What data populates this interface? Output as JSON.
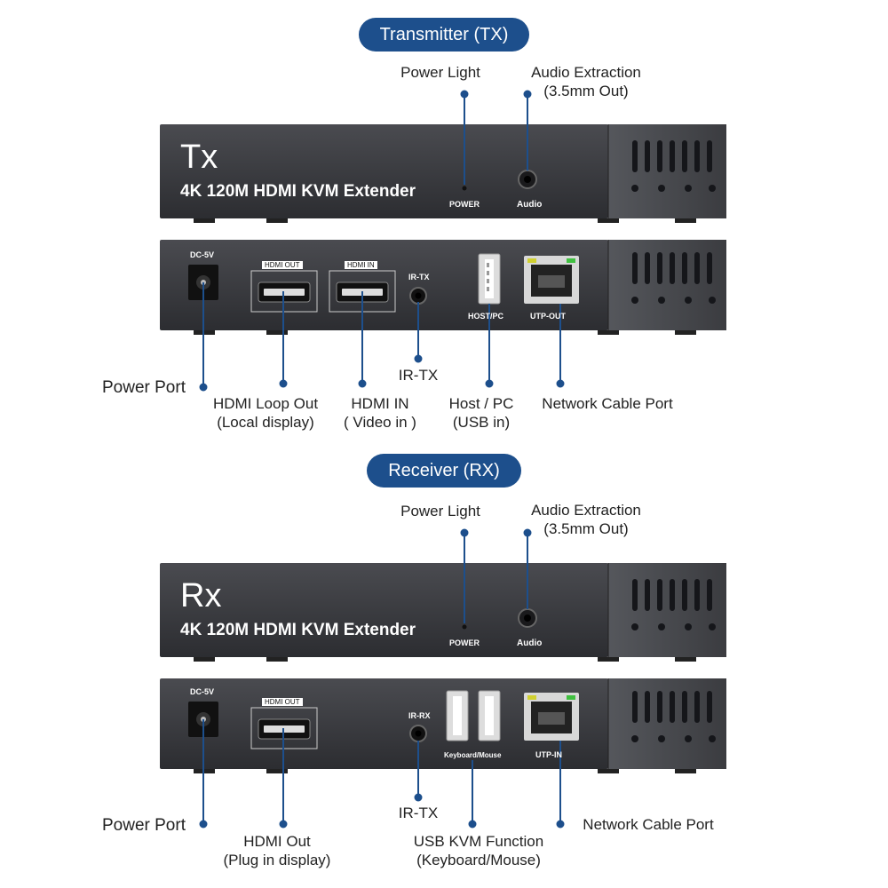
{
  "tx": {
    "title": "Transmitter (TX)",
    "front": {
      "model": "Tx",
      "name": "4K 120M HDMI KVM Extender",
      "power_mark": "POWER",
      "audio_mark": "Audio"
    },
    "rear": {
      "dc": "DC-5V",
      "hdmi_out": "HDMI OUT",
      "hdmi_in": "HDMI IN",
      "ir": "IR-TX",
      "usb": "HOST/PC",
      "utp": "UTP-OUT"
    },
    "callouts": {
      "power_light": "Power Light",
      "audio_1": "Audio Extraction",
      "audio_2": "(3.5mm Out)",
      "power_port": "Power Port",
      "hdmi_loop_1": "HDMI Loop Out",
      "hdmi_loop_2": "(Local display)",
      "hdmi_in_1": "HDMI IN",
      "hdmi_in_2": "( Video in )",
      "ir": "IR-TX",
      "host_1": "Host / PC",
      "host_2": "(USB in)",
      "network": "Network Cable Port"
    }
  },
  "rx": {
    "title": "Receiver (RX)",
    "front": {
      "model": "Rx",
      "name": "4K 120M HDMI KVM Extender",
      "power_mark": "POWER",
      "audio_mark": "Audio"
    },
    "rear": {
      "dc": "DC-5V",
      "hdmi_out": "HDMI OUT",
      "ir": "IR-RX",
      "usb": "Keyboard/Mouse",
      "utp": "UTP-IN"
    },
    "callouts": {
      "power_light": "Power Light",
      "audio_1": "Audio Extraction",
      "audio_2": "(3.5mm Out)",
      "power_port": "Power Port",
      "hdmi_out_1": "HDMI Out",
      "hdmi_out_2": "(Plug in display)",
      "ir": "IR-TX",
      "usb_1": "USB KVM Function",
      "usb_2": "(Keyboard/Mouse)",
      "network": "Network Cable Port"
    }
  },
  "colors": {
    "accent": "#1d4f8c",
    "device": "#3a3b3f",
    "line": "#1d4f8c"
  }
}
